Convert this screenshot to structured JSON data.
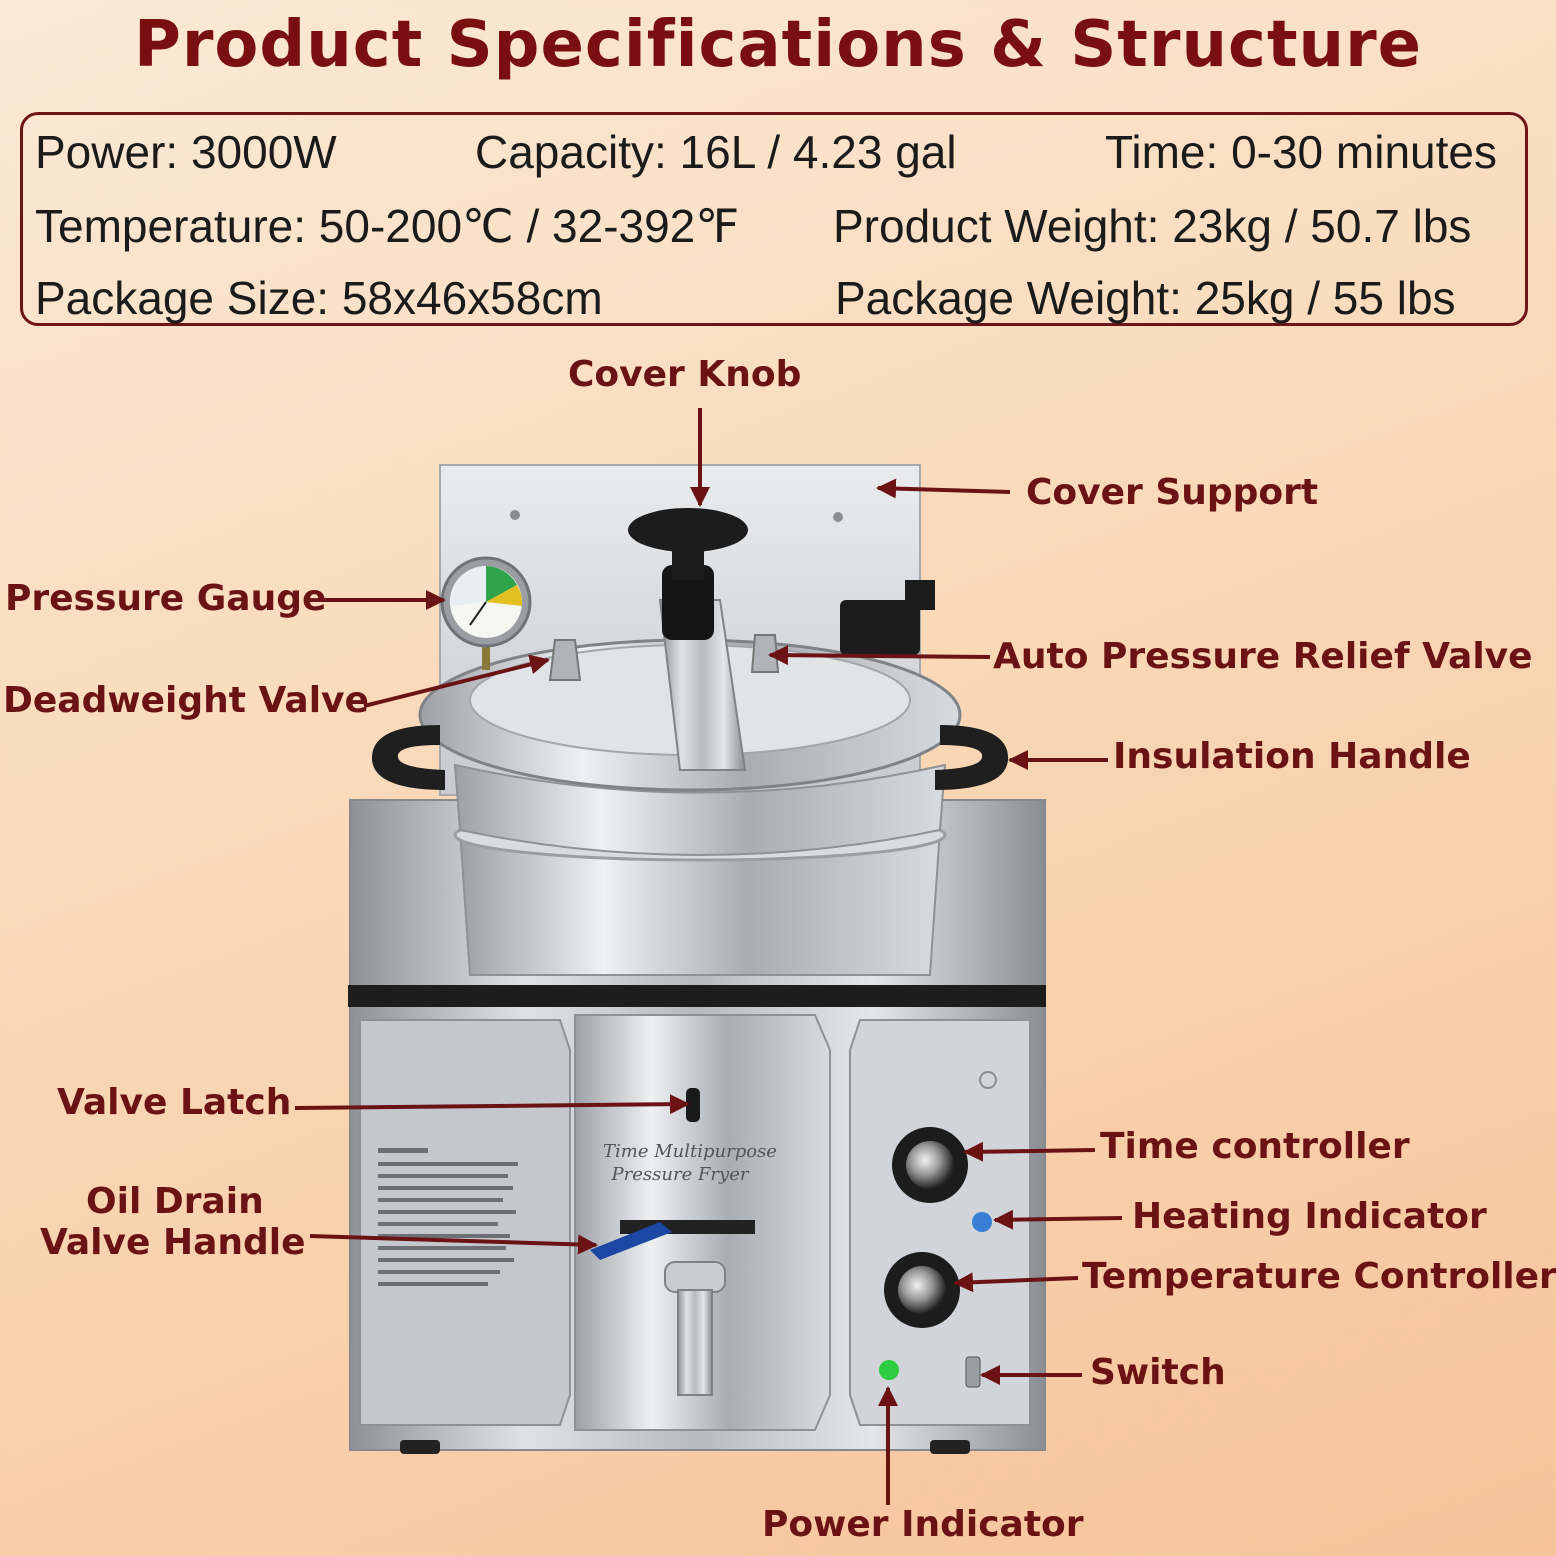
{
  "title": "Product Specifications & Structure",
  "specs": {
    "power": "Power: 3000W",
    "capacity": "Capacity: 16L / 4.23 gal",
    "time": "Time: 0-30 minutes",
    "temperature": "Temperature: 50-200℃ / 32-392℉",
    "product_weight": "Product Weight: 23kg / 50.7 lbs",
    "package_size": "Package Size: 58x46x58cm",
    "package_weight": "Package Weight: 25kg / 55 lbs"
  },
  "labels": {
    "cover_knob": "Cover Knob",
    "cover_support": "Cover Support",
    "pressure_gauge": "Pressure Gauge",
    "auto_relief_valve": "Auto Pressure Relief Valve",
    "deadweight_valve": "Deadweight Valve",
    "insulation_handle": "Insulation Handle",
    "valve_latch": "Valve Latch",
    "time_controller": "Time controller",
    "heating_indicator": "Heating Indicator",
    "oil_drain_1": "Oil Drain",
    "oil_drain_2": "Valve Handle",
    "temperature_controller": "Temperature Controller",
    "switch": "Switch",
    "power_indicator": "Power Indicator"
  },
  "device_text": {
    "brand_1": "Time Multipurpose",
    "brand_2": "Pressure Fryer"
  },
  "colors": {
    "accent": "#6b1214",
    "steel": "#c9ccd0",
    "power_led": "#2ecc40",
    "heat_led": "#3a7fd5"
  }
}
